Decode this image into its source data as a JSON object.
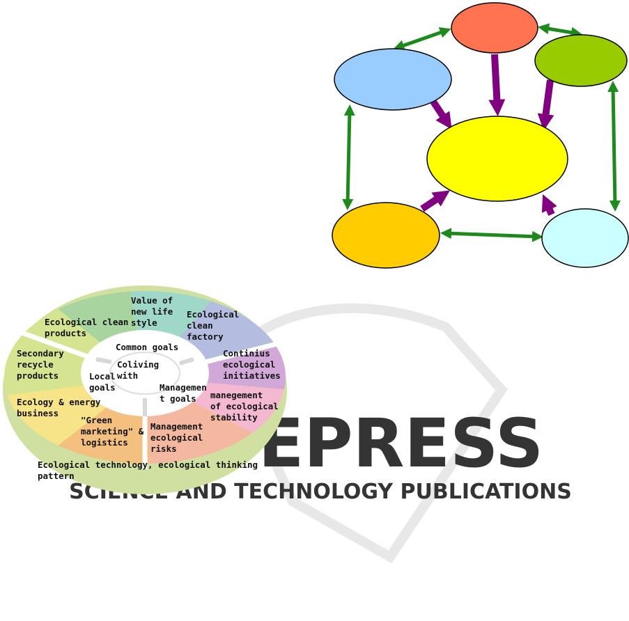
{
  "colors": {
    "node_orange_red": "#ff7350",
    "node_light_blue": "#99ccff",
    "node_green": "#99cc00",
    "node_center_yellow": "#ffff00",
    "node_gold": "#ffcc00",
    "node_light_cyan": "#ccffff",
    "arrow_green": "#1e8a1e",
    "arrow_purple": "#800080",
    "sector_teal": "#9fd8c8",
    "sector_lavender": "#b4bce0",
    "sector_green": "#a8d4a0",
    "sector_purple": "#d2a8d8",
    "sector_pink": "#f4b8d0",
    "sector_salmon": "#f4b8a0",
    "sector_orange": "#f4c080",
    "sector_yellow": "#f8e488",
    "sector_lime": "#d4e490",
    "outer_ring": "#cfe0a0",
    "watermark": "#e4e4e4"
  },
  "wheel": {
    "segments": [
      {
        "lines": [
          "Value of",
          "new life",
          "style"
        ]
      },
      {
        "lines": [
          "Ecological",
          "clean",
          "factory"
        ]
      },
      {
        "lines": [
          "Continius",
          "ecological",
          "initiatives"
        ]
      },
      {
        "lines": [
          "manegement",
          "of ecological",
          "stability"
        ]
      },
      {
        "lines": [
          "Management",
          "ecological",
          "risks"
        ]
      },
      {
        "lines": [
          "\"Green",
          "marketing\" &",
          "logistics"
        ]
      },
      {
        "lines": [
          "Ecology & energy",
          "business"
        ]
      },
      {
        "lines": [
          "Secondary",
          "recycle",
          "products"
        ]
      },
      {
        "lines": [
          "Ecological clean",
          "products"
        ]
      }
    ],
    "inner": {
      "common": "Common goals",
      "center": [
        "Coliving",
        "with"
      ],
      "local": [
        "Local",
        "goals"
      ],
      "management": [
        "Managemen",
        "t goals"
      ]
    },
    "outer": [
      "Ecological technology, ecological thinking",
      "pattern"
    ]
  },
  "watermark": {
    "big": "SCITEPRESS",
    "small": "SCIENCE AND TECHNOLOGY PUBLICATIONS"
  }
}
